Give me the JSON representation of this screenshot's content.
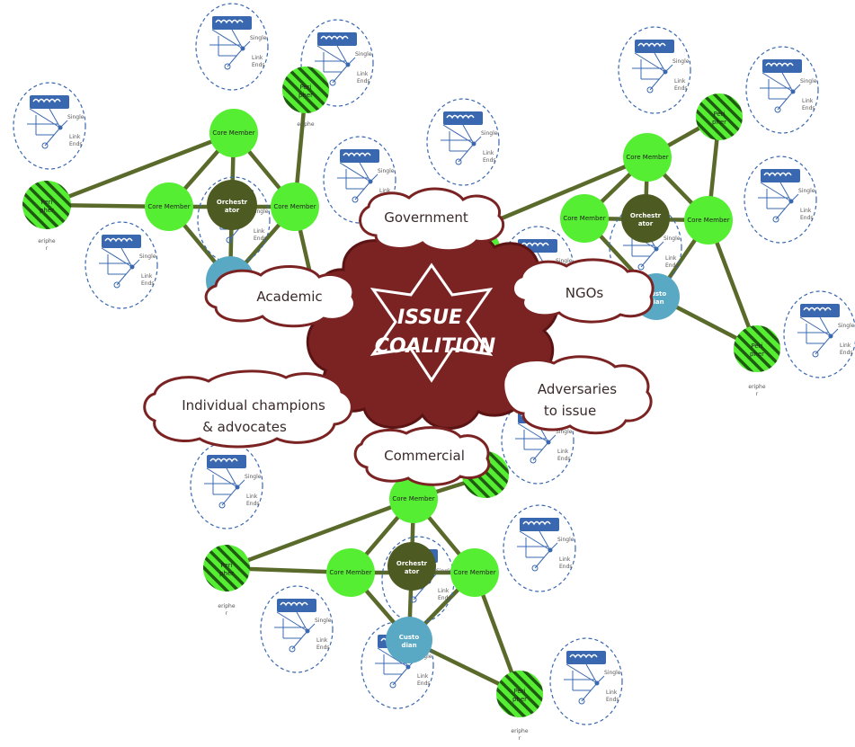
{
  "center": {
    "line1": "ISSUE",
    "line2": "COALITION"
  },
  "clouds": [
    {
      "id": "government",
      "label": "Government"
    },
    {
      "id": "academic",
      "label": "Academic"
    },
    {
      "id": "ngos",
      "label": "NGOs"
    },
    {
      "id": "individual",
      "line1": "Individual champions",
      "line2": "& advocates"
    },
    {
      "id": "adversaries",
      "line1": "Adversaries",
      "line2": "to issue"
    },
    {
      "id": "commercial",
      "label": "Commercial"
    }
  ],
  "network_labels": {
    "core_member": "Core Member",
    "orchestrator_line1": "Orchestr",
    "orchestrator_line2": "ator",
    "custodian_line1": "Custo",
    "custodian_line2": "dian",
    "peripheral_line1": "Peri",
    "peripheral_line2": "pher",
    "peripheral_under1": "eriphe",
    "peripheral_under2": "r",
    "single_member": "Single member"
  },
  "colors": {
    "line": "#5a6a2a",
    "core_green": "#55ee33",
    "orchestrator": "#4d5a22",
    "custodian": "#5aa9c4",
    "cloud_fill": "#7b2323",
    "cloud_stroke": "#5b1313",
    "mini_net_blue": "#3a68b0"
  }
}
